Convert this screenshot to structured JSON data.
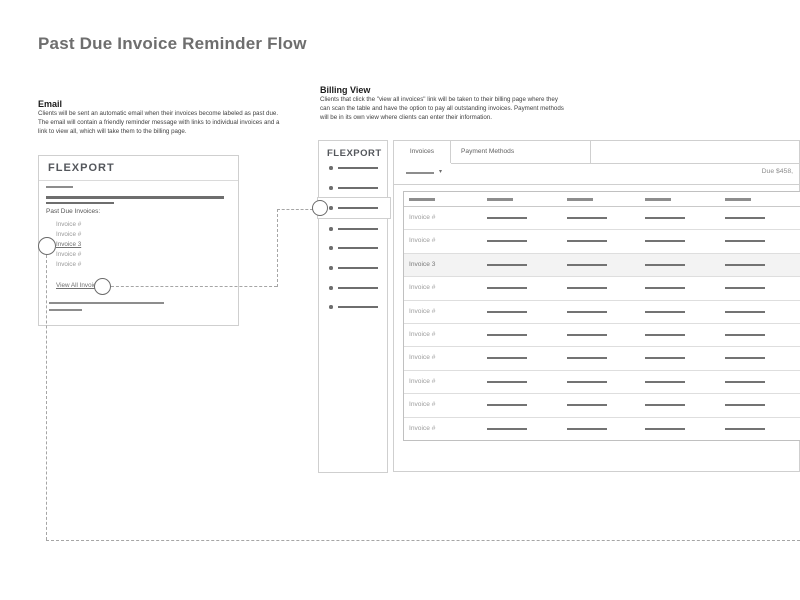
{
  "title": "Past Due Invoice Reminder Flow",
  "email": {
    "heading": "Email",
    "description": "Clients will be sent an automatic email when their invoices become labeled as past due. The email will contain a friendly reminder message with links to individual invoices and a link to view all, which will take them to the billing page.",
    "logo": "FLEXPORT",
    "list_label": "Past Due Invoices:",
    "invoice_links": [
      "Invoice #",
      "Invoice #",
      "Invoice 3",
      "Invoice #",
      "Invoice #"
    ],
    "view_all_label": "View All Invoices"
  },
  "billing": {
    "heading": "Billing View",
    "description": "Clients that click the \"view all invoices\" link will be taken to their billing page where they can scan the table and have the option to pay all outstanding invoices. Payment methods will be in its own view where clients can enter their information.",
    "logo": "FLEXPORT",
    "tabs": [
      {
        "label": "Invoices",
        "active": true
      },
      {
        "label": "Payment Methods",
        "active": false
      }
    ],
    "due_label": "Due $458,",
    "table": {
      "rows": [
        "Invoice #",
        "Invoice #",
        "Invoice 3",
        "Invoice #",
        "Invoice #",
        "Invoice #",
        "Invoice #",
        "Invoice #",
        "Invoice #",
        "Invoice #"
      ],
      "highlighted_row_index": 2
    },
    "sidebar_item_count": 8
  },
  "icons": {
    "dropdown_caret": "▾"
  },
  "colors": {
    "border": "#cfcfcf",
    "placeholder_line": "#8d8d8d",
    "highlight_row_bg": "#f3f3f3",
    "annotation_dash": "#a5a5a5"
  }
}
